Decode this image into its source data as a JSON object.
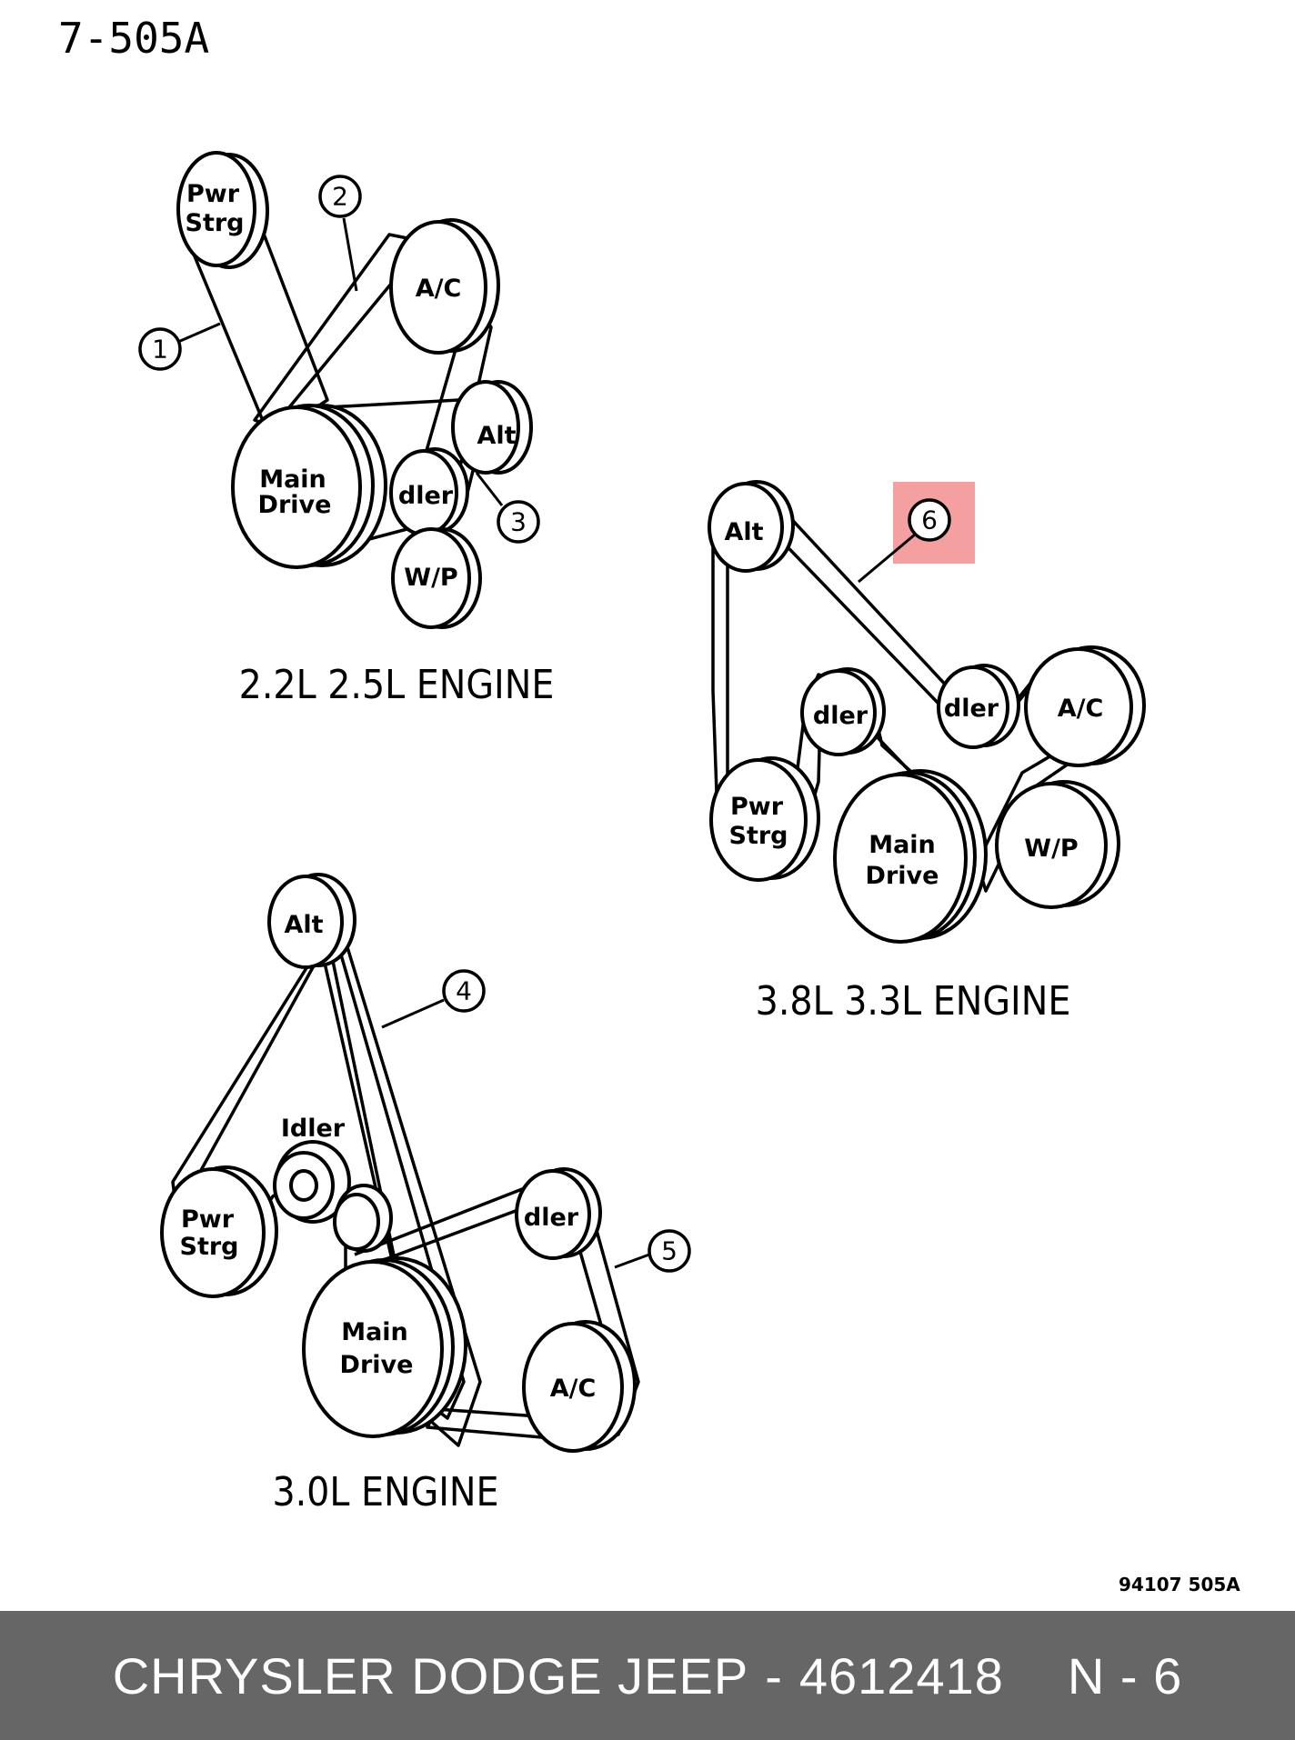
{
  "diagram_id": "7-505A",
  "reference_code": "94107  505A",
  "highlight_color": "#f08080",
  "engines": [
    {
      "caption": "2.2L  2.5L  ENGINE"
    },
    {
      "caption": "3.8L  3.3L  ENGINE"
    },
    {
      "caption": "3.0L  ENGINE"
    }
  ],
  "callouts": [
    "1",
    "2",
    "3",
    "4",
    "5",
    "6"
  ],
  "labels": {
    "pwr": "Pwr",
    "strg": "Strg",
    "ac": "A/C",
    "alt": "Alt",
    "main": "Main",
    "drive": "Drive",
    "idler": "Idler",
    "idler_short": "dler",
    "wp": "W/P"
  },
  "footer": {
    "brand": "CHRYSLER DODGE JEEP",
    "separator": "-",
    "part_number": "4612418",
    "page": "N - 6"
  }
}
